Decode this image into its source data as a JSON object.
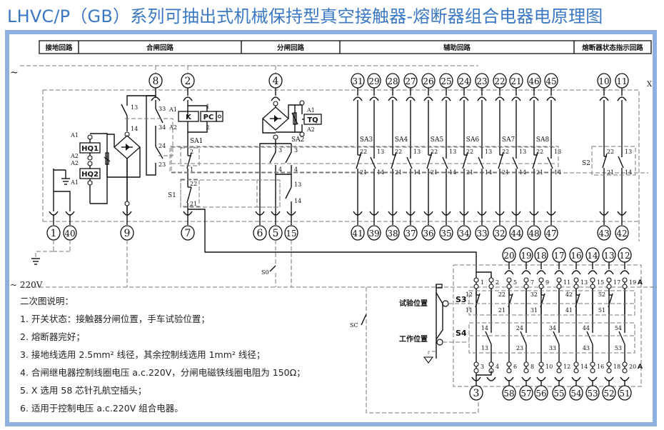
{
  "title": "LHVC/P（GB）系列可抽出式机械保持型真空接触器-熔断器组合电器电原理图",
  "header_sections": [
    "接地回路",
    "合闸回路",
    "分闸回路",
    "辅助回路",
    "熔断器状态指示回路"
  ],
  "supply_labels": {
    "top": "~",
    "bottom": "~ 220V"
  },
  "connector_label": "X",
  "terminal_block_label": "A",
  "grounding_circuit": {
    "top_terminals": [],
    "bottom_terminals": [
      "1",
      "40"
    ]
  },
  "closing_circuit": {
    "top_terminals": [
      "8",
      "2"
    ],
    "bottom_terminals": [
      "9",
      "7"
    ],
    "components": {
      "coils": [
        "HQ1",
        "HQ2"
      ],
      "coil_pins": [
        "A1",
        "A2",
        "A2",
        "A1"
      ],
      "relay": "K",
      "relay_pins": [
        "A1",
        "A2"
      ],
      "pc": "PC",
      "pc_pins": [
        "1",
        "2"
      ],
      "relay_contacts": [
        "13",
        "14",
        "33",
        "34",
        "24",
        "23"
      ],
      "switch_sa1": "SA1",
      "sa1_pins": [
        "2",
        "1"
      ],
      "switch_s1": "S1",
      "s1_pins": [
        "22",
        "21"
      ]
    }
  },
  "opening_circuit": {
    "top_terminals": [
      "4"
    ],
    "bottom_terminals": [
      "6",
      "5",
      "15"
    ],
    "components": {
      "coil": "TQ",
      "coil_pins": [
        "A1",
        "A2"
      ],
      "switch_sa2": "SA2",
      "sa2_pins": [
        "3",
        "3",
        "4",
        "4"
      ],
      "s1_pins": [
        "13",
        "14"
      ]
    }
  },
  "auxiliary_circuit": {
    "top_terminals": [
      "31",
      "29",
      "28",
      "27",
      "26",
      "25",
      "24",
      "23",
      "22",
      "21",
      "46",
      "45"
    ],
    "bottom_terminals": [
      "41",
      "39",
      "38",
      "37",
      "36",
      "35",
      "34",
      "33",
      "32",
      "44",
      "48",
      "47"
    ],
    "switches": [
      "SA3",
      "SA4",
      "SA5",
      "SA6",
      "SA7",
      "SA8"
    ],
    "nc_pins": [
      "22",
      "21"
    ],
    "no_pins": [
      "13",
      "14"
    ]
  },
  "fuse_indicator_circuit": {
    "top_terminals": [
      "10",
      "11"
    ],
    "bottom_terminals": [
      "43",
      "42"
    ],
    "switch": "S2",
    "pins": [
      "22",
      "13",
      "21",
      "14"
    ]
  },
  "external": {
    "s0": "S0",
    "sc": "SC"
  },
  "position_switch": {
    "test_position": "试验位置",
    "work_position": "工作位置",
    "s3": "S3",
    "s4": "S4",
    "top_terminals": [
      "20",
      "19",
      "18",
      "17",
      "16",
      "14",
      "13",
      "12"
    ],
    "bottom_terminals": [
      "3",
      "58",
      "57",
      "56",
      "55",
      "54",
      "53",
      "52",
      "51"
    ],
    "block_top_pins": [
      "1",
      "2",
      "5",
      "7",
      "9",
      "11",
      "13",
      "15",
      "17",
      "19"
    ],
    "block_bottom_pins": [
      "3",
      "4",
      "6",
      "8",
      "10",
      "12",
      "14",
      "16",
      "18",
      "20"
    ],
    "s3_pins": [
      [
        "12",
        "11"
      ],
      [
        "22",
        "21"
      ],
      [
        "32",
        "31"
      ],
      [
        "42",
        "41"
      ],
      [
        "52",
        "51"
      ]
    ],
    "s4_pins": [
      [
        "14",
        "13"
      ],
      [
        "24",
        "23"
      ],
      [
        "34",
        "33"
      ],
      [
        "44",
        "43"
      ],
      [
        "54",
        "53"
      ]
    ]
  },
  "notes": {
    "heading": "二次图说明：",
    "items": [
      "1. 开关状态：接触器分闸位置，手车试验位置；",
      "2. 熔断器完好；",
      "3. 接地线选用 2.5mm² 线径，其余控制线选用 1mm² 线径；",
      "4. 合闸继电器控制线圈电压 a.c.220V，分闸电磁铁线圈电阻为 150Ω；",
      "5. X 选用 58 芯针孔航空插头；",
      "6. 适用于控制电压 a.c.220V 组合电器。"
    ]
  },
  "colors": {
    "title": "#3b78c4",
    "frame": "#8fb1df",
    "line": "#111111",
    "dashed": "#777777"
  }
}
